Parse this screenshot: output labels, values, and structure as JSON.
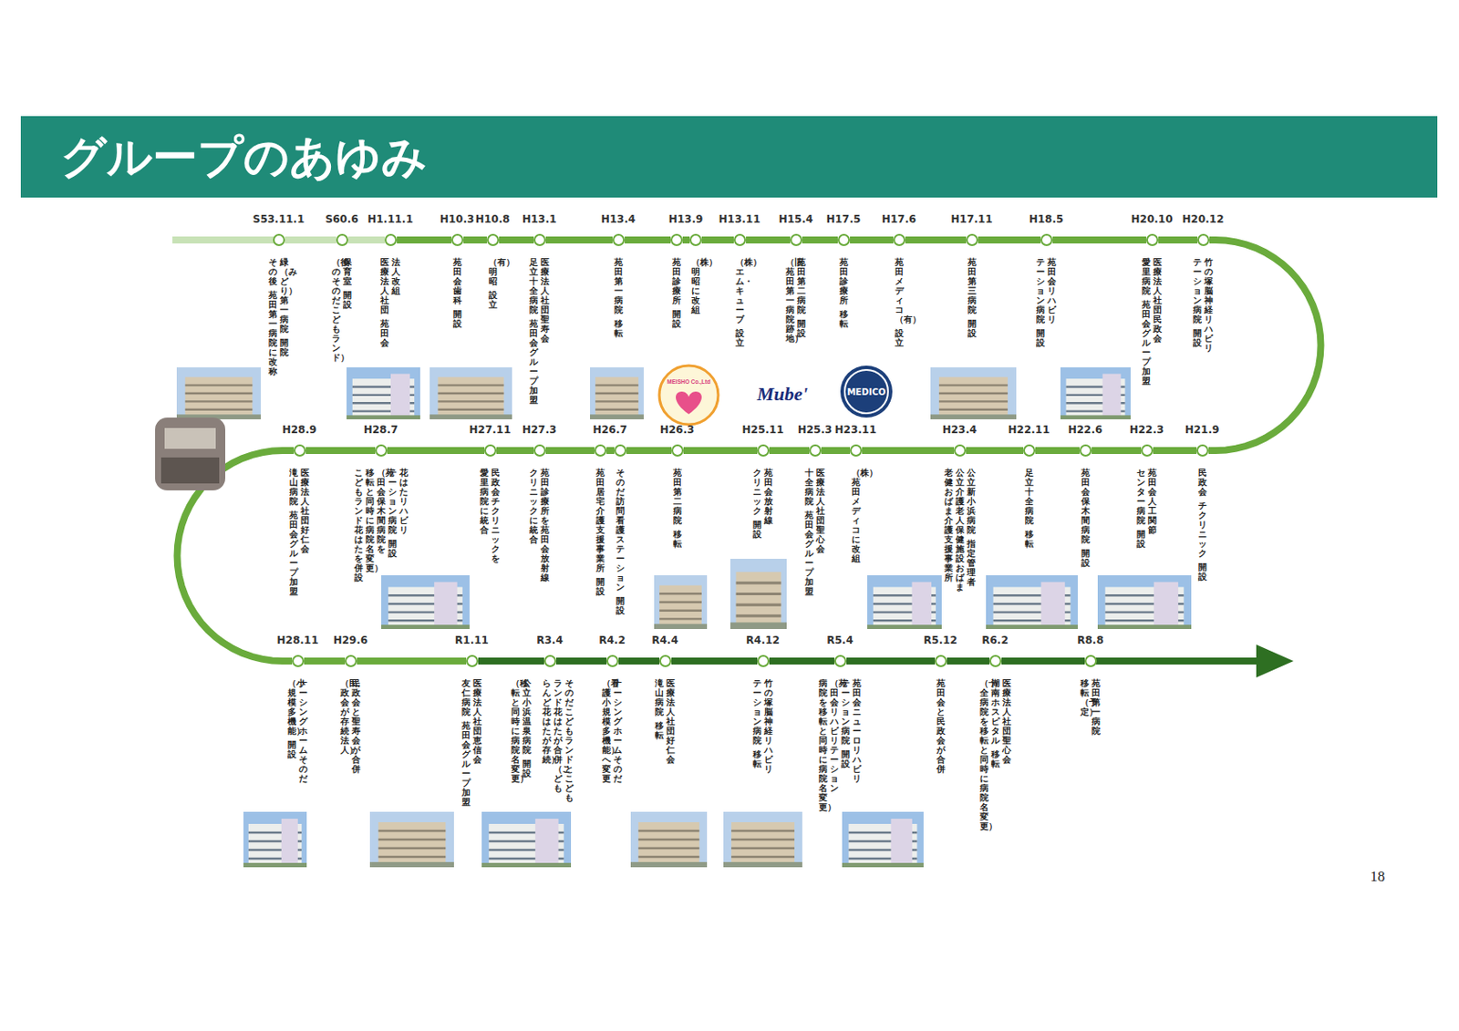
{
  "diagram": {
    "title": "グループのあゆみ",
    "nodes": [
      {
        "text": [
          "S53.11.1",
          "緑（みどり）第一病院 開院 その後 苑田第一病院に改称"
        ]
      },
      {
        "text": [
          "S60.6",
          "保育室 開設 （後のそのだこどもランド）"
        ]
      },
      {
        "text": [
          "H1.11.1",
          "法人改組 医療法人社団 苑田会"
        ]
      },
      {
        "text": [
          "H10.3",
          "苑田会歯科 開設"
        ]
      },
      {
        "text": [
          "H10.8",
          "（有）明昭 設立"
        ]
      },
      {
        "text": [
          "H13.1",
          "医療法人社団聖寿会 足立十全病院 苑田会グループ加盟"
        ]
      },
      {
        "text": [
          "H13.4",
          "苑田第一病院 移転"
        ]
      },
      {
        "text": [
          "H13.9",
          "苑田診療所 開設"
        ]
      },
      {
        "text": [
          "（株）明昭に改組"
        ]
      },
      {
        "text": [
          "H13.11",
          "（株）エム・キューブ 設立"
        ]
      },
      {
        "text": [
          "H15.4",
          "苑田第二病院 開設 （旧苑田第一病院跡地）"
        ]
      },
      {
        "text": [
          "H17.5",
          "苑田診療所 移転"
        ]
      },
      {
        "text": [
          "H17.6",
          "苑田メディコ（有） 設立"
        ]
      },
      {
        "text": [
          "H17.11",
          "苑田第三病院 開設"
        ]
      },
      {
        "text": [
          "H18.5",
          "苑田会リハビリ テーション病院 開設"
        ]
      },
      {
        "text": [
          "H20.10",
          "医療法人社団民政会 愛里病院 苑田会グループ加盟"
        ]
      },
      {
        "text": [
          "H20.12",
          "竹の塚脳神経リハビリ テーション病院 開設"
        ]
      },
      {
        "text": [
          "H21.9",
          "民政会 チクリニック 開設"
        ]
      },
      {
        "text": [
          "H22.3",
          "苑田会人工関節 センター病院 開設"
        ]
      },
      {
        "text": [
          "H22.6",
          "苑田会保木間病院 開設"
        ]
      },
      {
        "text": [
          "H22.11",
          "足立十全病院 移転"
        ]
      },
      {
        "text": [
          "H23.4",
          "公立新小浜病院 指定管理者 公立介護老人保健施設おばま 老健おばま介護支援事業所"
        ]
      },
      {
        "text": [
          "H23.11",
          "（株）苑田メディコに改組"
        ]
      },
      {
        "text": [
          "H25.3",
          "医療法人社団聖心会 十全病院 苑田会グループ加盟"
        ]
      },
      {
        "text": [
          "H25.11",
          "苑田会放射線 クリニック 開設"
        ]
      },
      {
        "text": [
          "H26.3",
          "苑田第二病院 移転"
        ]
      },
      {
        "text": [
          "H26.7",
          "そのだ訪問看護ステーション 開設"
        ]
      },
      {
        "text": [
          "苑田居宅介護支援事業所 開設"
        ]
      },
      {
        "text": [
          "H27.3",
          "苑田診療所を苑田会放射線 クリニックに統合"
        ]
      },
      {
        "text": [
          "H27.11",
          "民政会チクリニックを 愛里病院に統合"
        ]
      },
      {
        "text": [
          "H28.7",
          "花はたリハビリ テーション病院 開設 （苑田会保木間病院を 移転と同時に病院名変更） こどもランド花はたを併設"
        ]
      },
      {
        "text": [
          "H28.9",
          "医療法人社団好仁会 滝山病院 苑田会グループ加盟"
        ]
      },
      {
        "text": [
          "H28.11",
          "ナーシングホームそのだ （小規模多機能） 開設"
        ]
      },
      {
        "text": [
          "H29.6",
          "民政会と聖寿会が合併 （民政会が存続法人）"
        ]
      },
      {
        "text": [
          "R1.11",
          "医療法人社団恵信会 友仁病院 苑田会グループ加盟"
        ]
      },
      {
        "text": [
          "R3.4",
          "そのだこどもランドとこども ランド花はたが合併（こども らんど花はたが存続）",
          "公立小浜温泉病院 開設 （移転と同時に病院名変更）"
        ]
      },
      {
        "text": [
          "R4.2",
          "ナーシングホームそのだ （看護小規模多機能）へ変更"
        ]
      },
      {
        "text": [
          "R4.4",
          "医療法人社団好仁会 滝山病院 移転"
        ]
      },
      {
        "text": [
          "R4.12",
          "竹の塚脳神経リハビリ テーション病院 移転"
        ]
      },
      {
        "text": [
          "R5.4",
          "苑田会ニューロリハビリ テーション病院 開設 （苑田会リハビリテーション 病院を移転と同時に病院名変更）"
        ]
      },
      {
        "text": [
          "R5.12",
          "苑田会と民政会が合併"
        ]
      },
      {
        "text": [
          "R6.2",
          "医療法人社団聖心会 湖南ホスピタル 移転 （十全病院を移転と同時に病院名変更）"
        ]
      },
      {
        "text": [
          "R8.8",
          "苑田第一病院 移転（予定）"
        ]
      }
    ],
    "edges": [
      {
        "from": 0,
        "to": 1,
        "arrow": "none"
      },
      {
        "from": 1,
        "to": 2,
        "arrow": "none"
      },
      {
        "from": 2,
        "to": 3,
        "arrow": "none"
      },
      {
        "from": 3,
        "to": 4,
        "arrow": "none"
      },
      {
        "from": 4,
        "to": 5,
        "arrow": "none"
      },
      {
        "from": 5,
        "to": 6,
        "arrow": "none"
      },
      {
        "from": 6,
        "to": 7,
        "arrow": "none"
      },
      {
        "from": 7,
        "to": 8,
        "arrow": "none"
      },
      {
        "from": 8,
        "to": 9,
        "arrow": "none"
      },
      {
        "from": 9,
        "to": 10,
        "arrow": "none"
      },
      {
        "from": 10,
        "to": 11,
        "arrow": "none"
      },
      {
        "from": 11,
        "to": 12,
        "arrow": "none"
      },
      {
        "from": 12,
        "to": 13,
        "arrow": "none"
      },
      {
        "from": 13,
        "to": 14,
        "arrow": "none"
      },
      {
        "from": 14,
        "to": 15,
        "arrow": "none"
      },
      {
        "from": 15,
        "to": 16,
        "arrow": "none"
      },
      {
        "from": 16,
        "to": 17,
        "arrow": "none"
      },
      {
        "from": 17,
        "to": 18,
        "arrow": "none"
      },
      {
        "from": 18,
        "to": 19,
        "arrow": "none"
      },
      {
        "from": 19,
        "to": 20,
        "arrow": "none"
      },
      {
        "from": 20,
        "to": 21,
        "arrow": "none"
      },
      {
        "from": 21,
        "to": 22,
        "arrow": "none"
      },
      {
        "from": 22,
        "to": 23,
        "arrow": "none"
      },
      {
        "from": 23,
        "to": 24,
        "arrow": "none"
      },
      {
        "from": 24,
        "to": 25,
        "arrow": "none"
      },
      {
        "from": 25,
        "to": 26,
        "arrow": "none"
      },
      {
        "from": 26,
        "to": 27,
        "arrow": "none"
      },
      {
        "from": 27,
        "to": 28,
        "arrow": "none"
      },
      {
        "from": 28,
        "to": 29,
        "arrow": "none"
      },
      {
        "from": 29,
        "to": 30,
        "arrow": "none"
      },
      {
        "from": 30,
        "to": 31,
        "arrow": "none"
      },
      {
        "from": 31,
        "to": 32,
        "arrow": "none"
      },
      {
        "from": 32,
        "to": 33,
        "arrow": "none"
      },
      {
        "from": 33,
        "to": 34,
        "arrow": "none"
      },
      {
        "from": 34,
        "to": 35,
        "arrow": "none"
      },
      {
        "from": 35,
        "to": 36,
        "arrow": "none"
      },
      {
        "from": 36,
        "to": 37,
        "arrow": "none"
      },
      {
        "from": 37,
        "to": 38,
        "arrow": "none"
      },
      {
        "from": 38,
        "to": 39,
        "arrow": "none"
      },
      {
        "from": 39,
        "to": 40,
        "arrow": "none"
      },
      {
        "from": 40,
        "to": 41,
        "arrow": "none"
      },
      {
        "from": 41,
        "to": 42,
        "arrow": "none"
      }
    ],
    "labels": [
      "MEISHO Co.,Ltd",
      "Mube'",
      "MEDICO",
      "18"
    ]
  }
}
